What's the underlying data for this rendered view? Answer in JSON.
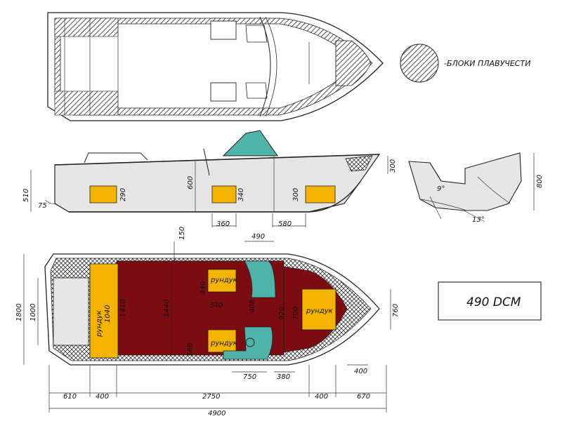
{
  "legend": {
    "label": "-БЛОКИ ПЛАВУЧЕСТИ",
    "hatch_color": "#222222"
  },
  "model": {
    "name": "490 DCM"
  },
  "colors": {
    "hull_gray": "#e6e6e6",
    "orange": "#f5b400",
    "deck_red": "#7a0c12",
    "teal": "#4fb3a9",
    "outline": "#222222"
  },
  "side_view": {
    "dims": {
      "bow_height": "300",
      "stern_height": "510",
      "depth": "600",
      "box_left": "290",
      "box_mid": "340",
      "box_right": "300",
      "gap_1": "360",
      "gap_2": "580",
      "stern_angle": "75"
    }
  },
  "section_view": {
    "dims": {
      "height": "800",
      "deadrise_1": "9°",
      "deadrise_2": "13°"
    }
  },
  "plan_view": {
    "labels": {
      "locker_1": "рундук",
      "locker_2": "рундук",
      "locker_3": "рундук",
      "locker_4": "рундук"
    },
    "dims": {
      "overall_width": "1800",
      "transom_width": "1000",
      "bow_width": "760",
      "side_150": "150",
      "console_490": "490",
      "box_440": "440",
      "box_340": "340",
      "box_560": "560",
      "inner_1410": "1410",
      "inner_1440": "1440",
      "locker_1040": "1040",
      "aisle_408": "408",
      "w_920": "920",
      "w_700": "700",
      "len_750": "750",
      "len_380": "380",
      "bow_400": "400",
      "seg_610": "610",
      "seg_400a": "400",
      "seg_2750": "2750",
      "seg_400b": "400",
      "seg_670": "670",
      "total_4900": "4900"
    }
  }
}
